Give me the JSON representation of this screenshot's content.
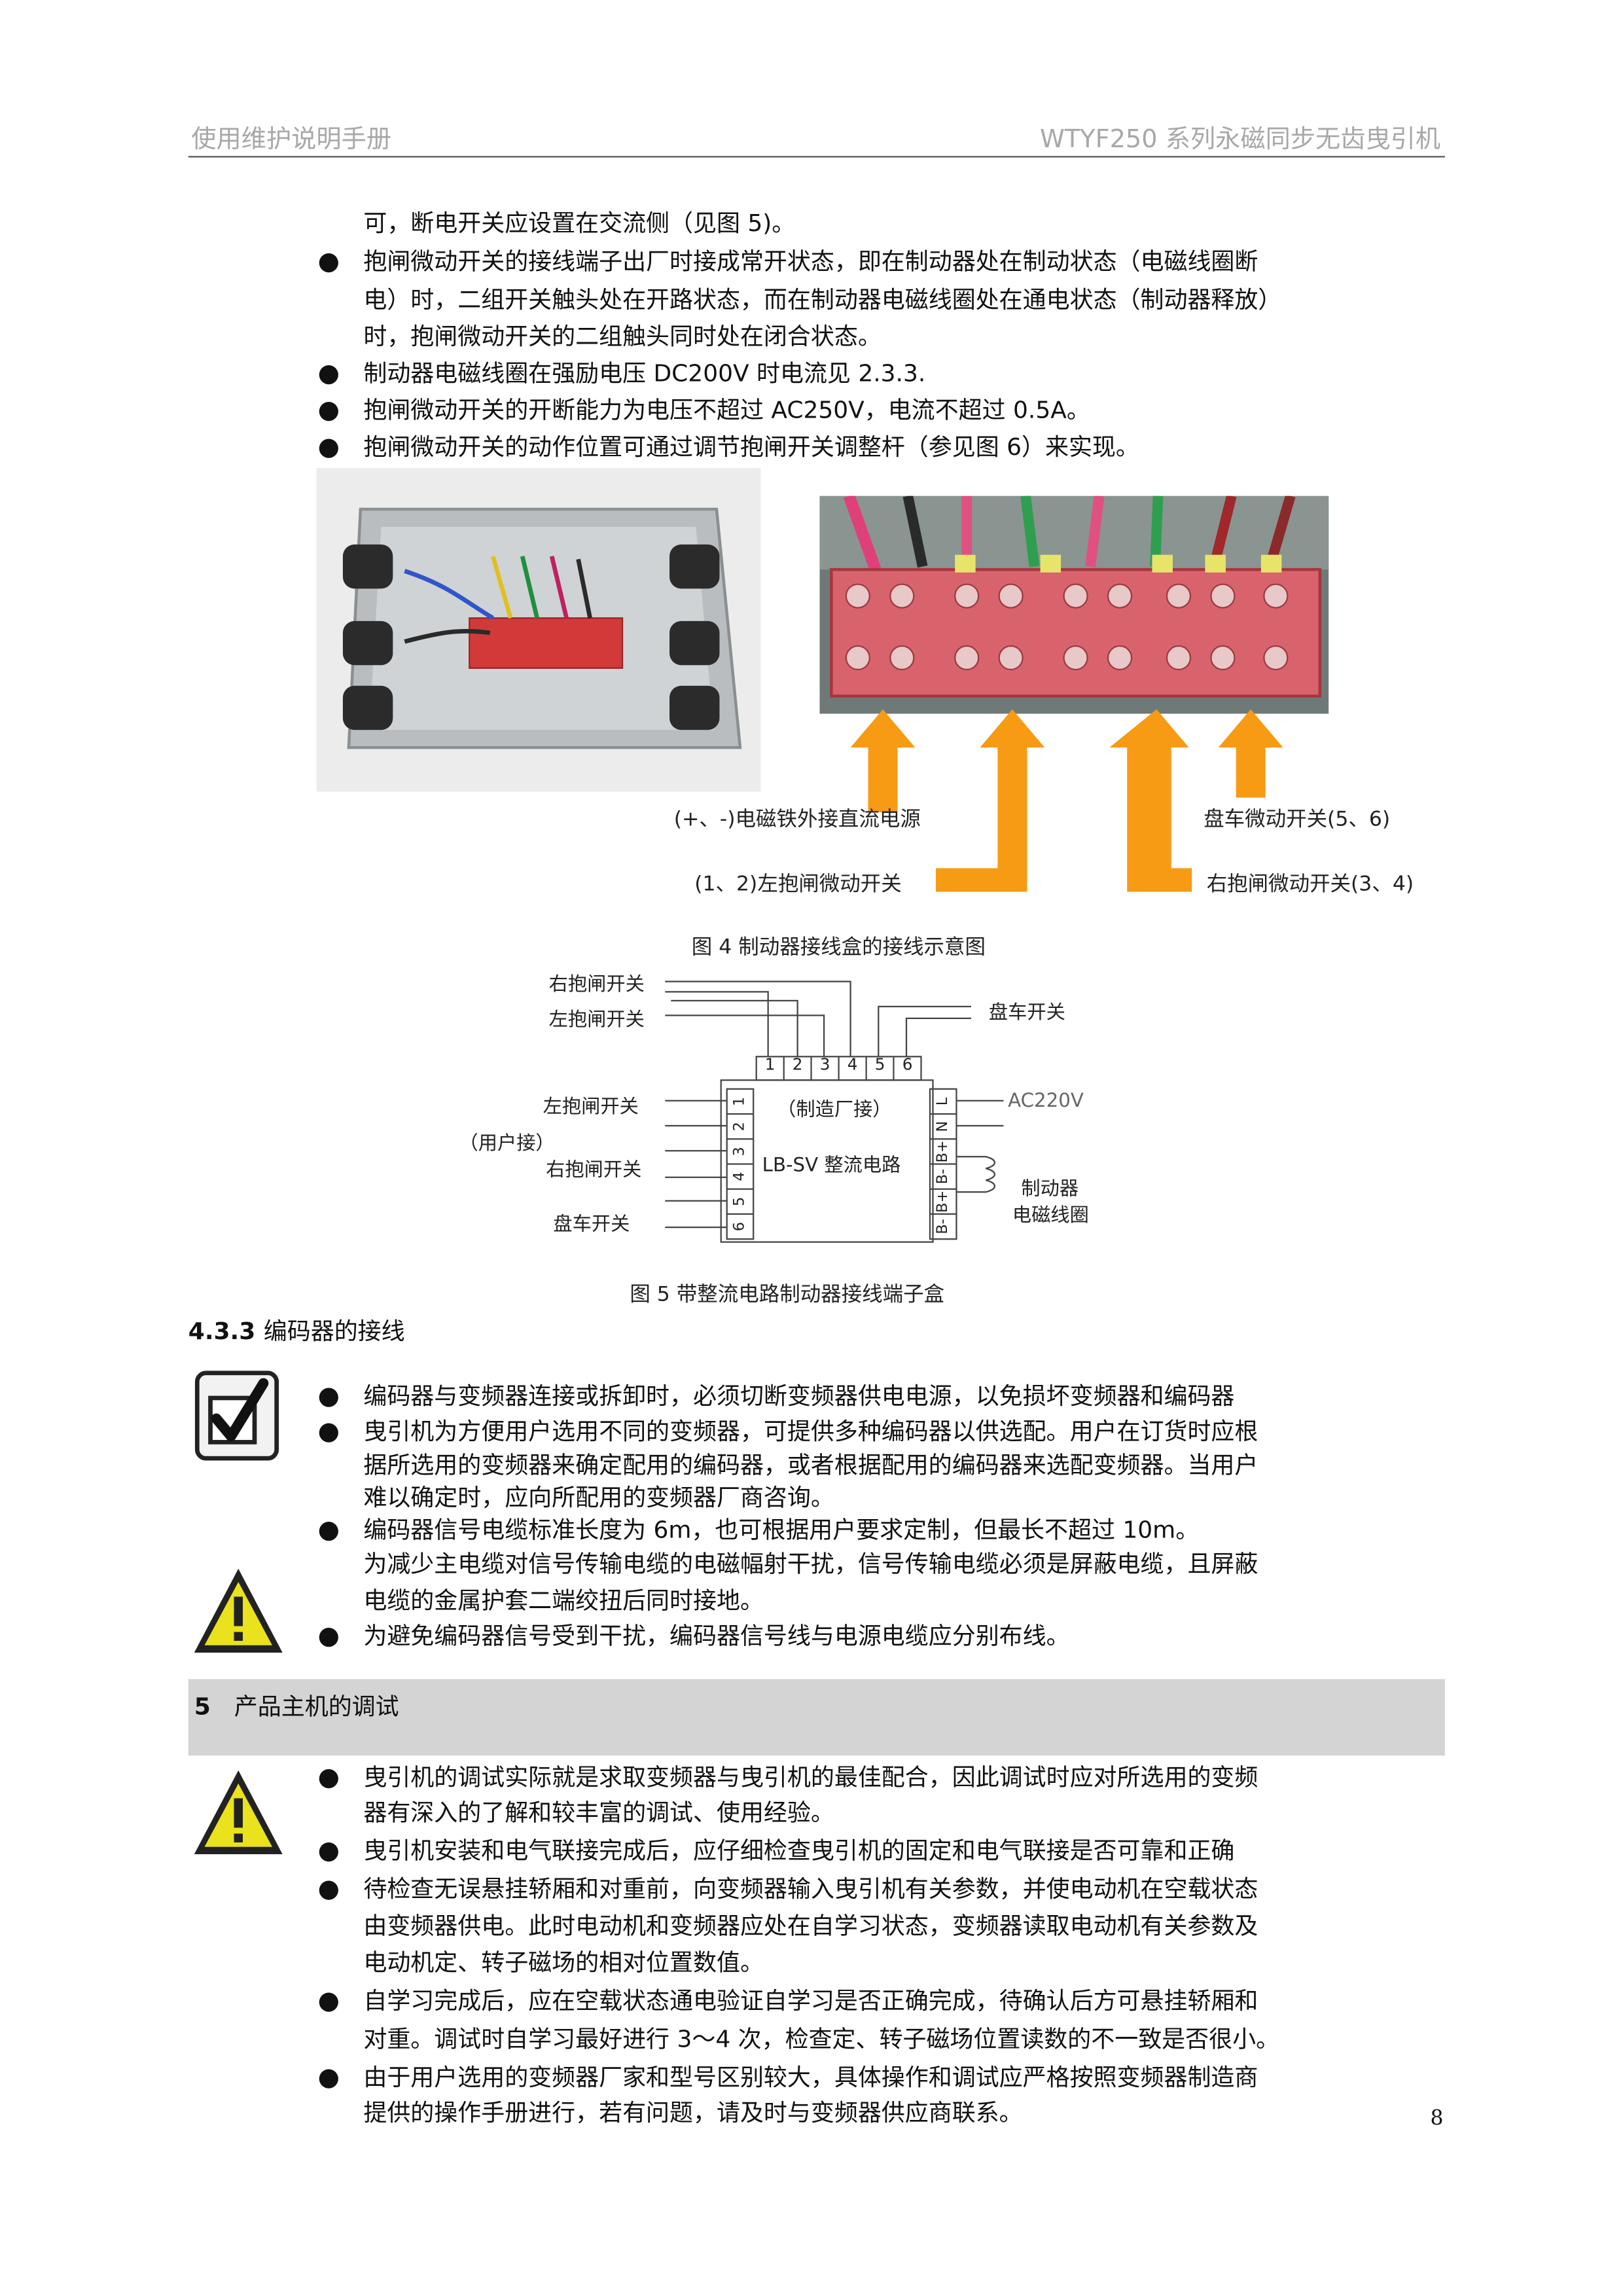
{
  "header": {
    "left": "使用维护说明手册",
    "right": "WTYF250 系列永磁同步无齿曳引机"
  },
  "top_lines": [
    "可，断电开关应设置在交流侧（见图 5)。",
    "抱闸微动开关的接线端子出厂时接成常开状态，即在制动器处在制动状态（电磁线圈断",
    "电）时，二组开关触头处在开路状态，而在制动器电磁线圈处在通电状态（制动器释放）",
    "时，抱闸微动开关的二组触头同时处在闭合状态。",
    "制动器电磁线圈在强励电压 DC200V 时电流见 2.3.3.",
    "抱闸微动开关的开断能力为电压不超过 AC250V，电流不超过 0.5A。",
    "抱闸微动开关的动作位置可通过调节抱闸开关调整杆（参见图 6）来实现。"
  ],
  "bullet_glyph": "●",
  "figure4": {
    "label_dc": "(+、-)电磁铁外接直流电源",
    "label_left": "(1、2)左抱闸微动开关",
    "label_car": "盘车微动开关(5、6)",
    "label_right": "右抱闸微动开关(3、4)",
    "caption": "图 4   制动器接线盒的接线示意图",
    "arrow_color": "#f79a14"
  },
  "figure5": {
    "top_right_brake": "右抱闸开关",
    "top_left_brake": "左抱闸开关",
    "top_car": "盘车开关",
    "top_terms": [
      "1",
      "2",
      "3",
      "4",
      "5",
      "6"
    ],
    "factory": "（制造厂接）",
    "module": "LB-SV  整流电路",
    "user": "（用户接）",
    "left_brake": "左抱闸开关",
    "right_brake": "右抱闸开关",
    "car": "盘车开关",
    "left_terms": [
      "1",
      "2",
      "3",
      "4",
      "5",
      "6"
    ],
    "ac": "AC220V",
    "right_terms": [
      "L",
      "N",
      "B+",
      "B-",
      "B+",
      "B-"
    ],
    "coil_line1": "制动器",
    "coil_line2": "电磁线圈",
    "caption": "图 5  带整流电路制动器接线端子盒"
  },
  "section433": {
    "number": "4.3.3",
    "title": "编码器的接线",
    "lines": [
      "编码器与变频器连接或拆卸时，必须切断变频器供电电源，以免损坏变频器和编码器",
      "曳引机为方便用户选用不同的变频器，可提供多种编码器以供选配。用户在订货时应根",
      "据所选用的变频器来确定配用的编码器，或者根据配用的编码器来选配变频器。当用户",
      "难以确定时，应向所配用的变频器厂商咨询。",
      "编码器信号电缆标准长度为 6m，也可根据用户要求定制，但最长不超过 10m。",
      "为减少主电缆对信号传输电缆的电磁幅射干扰，信号传输电缆必须是屏蔽电缆，且屏蔽",
      "电缆的金属护套二端绞扭后同时接地。",
      "为避免编码器信号受到干扰，编码器信号线与电源电缆应分别布线。"
    ]
  },
  "section5": {
    "number": "5",
    "title": "产品主机的调试",
    "lines": [
      "曳引机的调试实际就是求取变频器与曳引机的最佳配合，因此调试时应对所选用的变频",
      "器有深入的了解和较丰富的调试、使用经验。",
      "曳引机安装和电气联接完成后，应仔细检查曳引机的固定和电气联接是否可靠和正确",
      "待检查无误悬挂轿厢和对重前，向变频器输入曳引机有关参数，并使电动机在空载状态",
      "由变频器供电。此时电动机和变频器应处在自学习状态，变频器读取电动机有关参数及",
      "电动机定、转子磁场的相对位置数值。",
      "自学习完成后，应在空载状态通电验证自学习是否正确完成，待确认后方可悬挂轿厢和",
      "对重。调试时自学习最好进行 3～4 次，检查定、转子磁场位置读数的不一致是否很小。",
      "由于用户选用的变频器厂家和型号区别较大，具体操作和调试应严格按照变频器制造商",
      "提供的操作手册进行，若有问题，请及时与变频器供应商联系。"
    ]
  },
  "page_number": "8"
}
